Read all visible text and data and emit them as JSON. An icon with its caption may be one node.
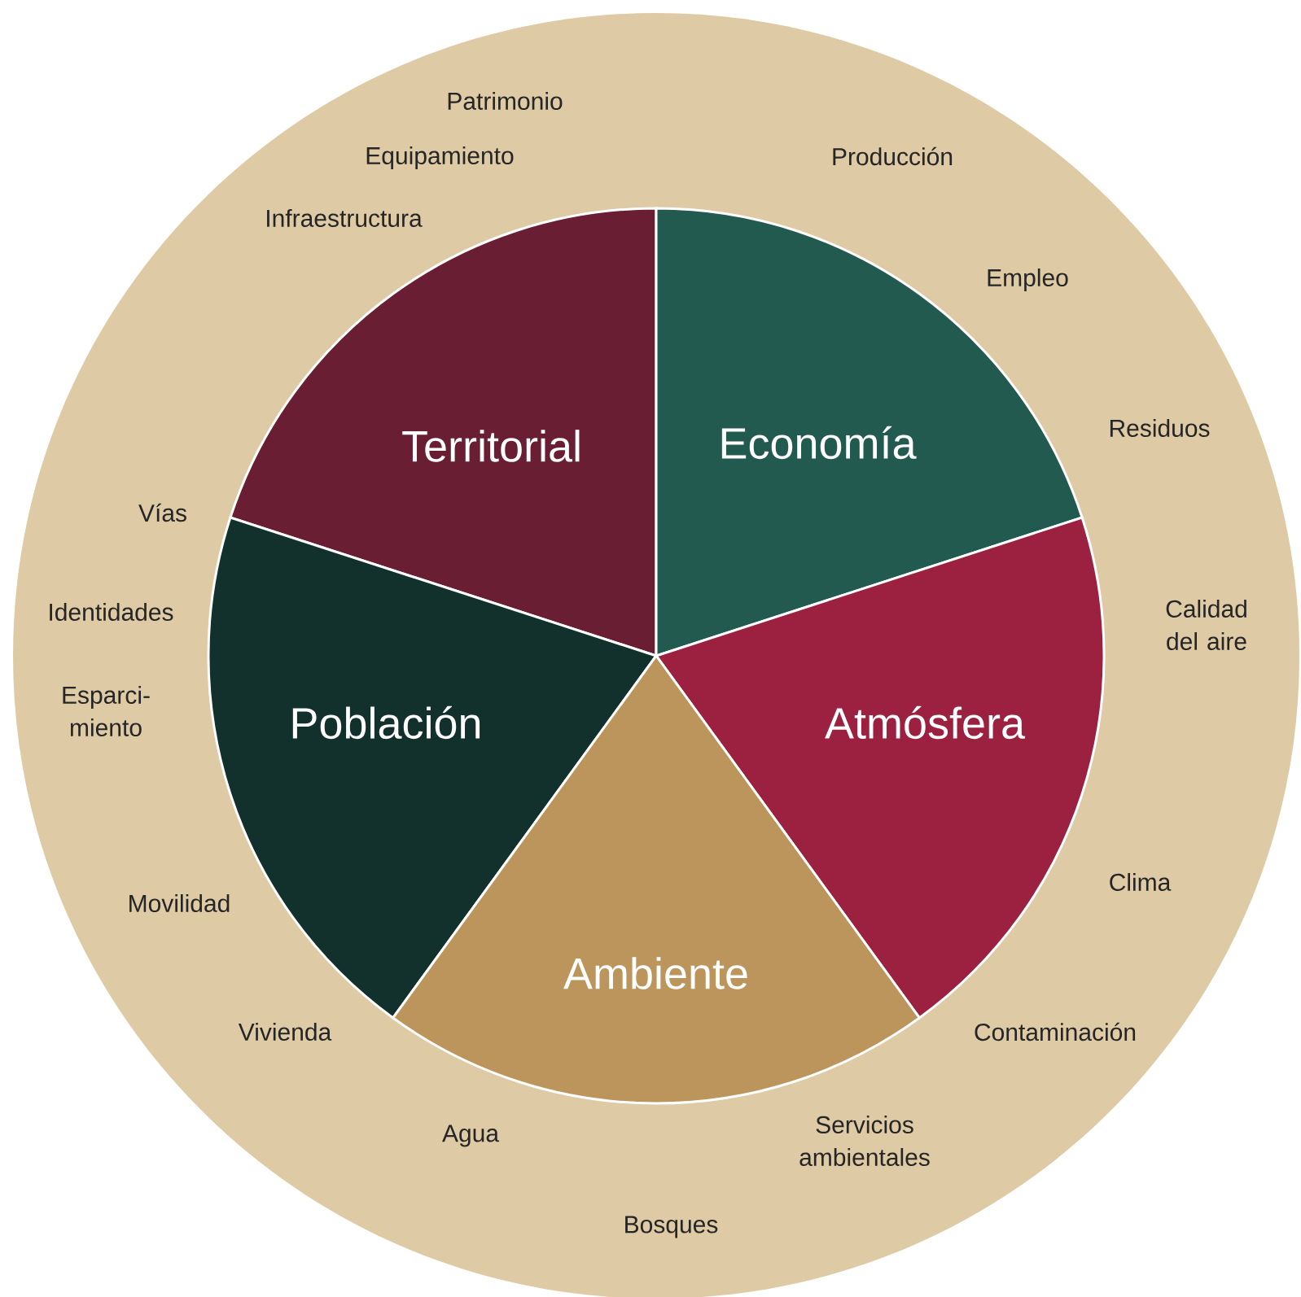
{
  "diagram": {
    "nodes": [
      {
        "text": [],
        "shape": "circle"
      },
      {
        "text": [
          "Territorial"
        ],
        "in": 0
      },
      {
        "text": [
          "Economía"
        ],
        "in": 0
      },
      {
        "text": [
          "Población"
        ],
        "in": 0
      },
      {
        "text": [
          "Atmósfera"
        ],
        "in": 0
      },
      {
        "text": [
          "Ambiente"
        ],
        "in": 0
      }
    ],
    "labels": [
      "Patrimonio",
      "Producción",
      "Equipamiento",
      "Infraestructura",
      "Empleo",
      "Residuos",
      "Vías",
      "Identidades",
      "Calidad del aire",
      "Esparci- miento",
      "Clima",
      "Movilidad",
      "Contaminación",
      "Vivienda",
      "Agua",
      "Servicios ambientales",
      "Bosques"
    ]
  }
}
